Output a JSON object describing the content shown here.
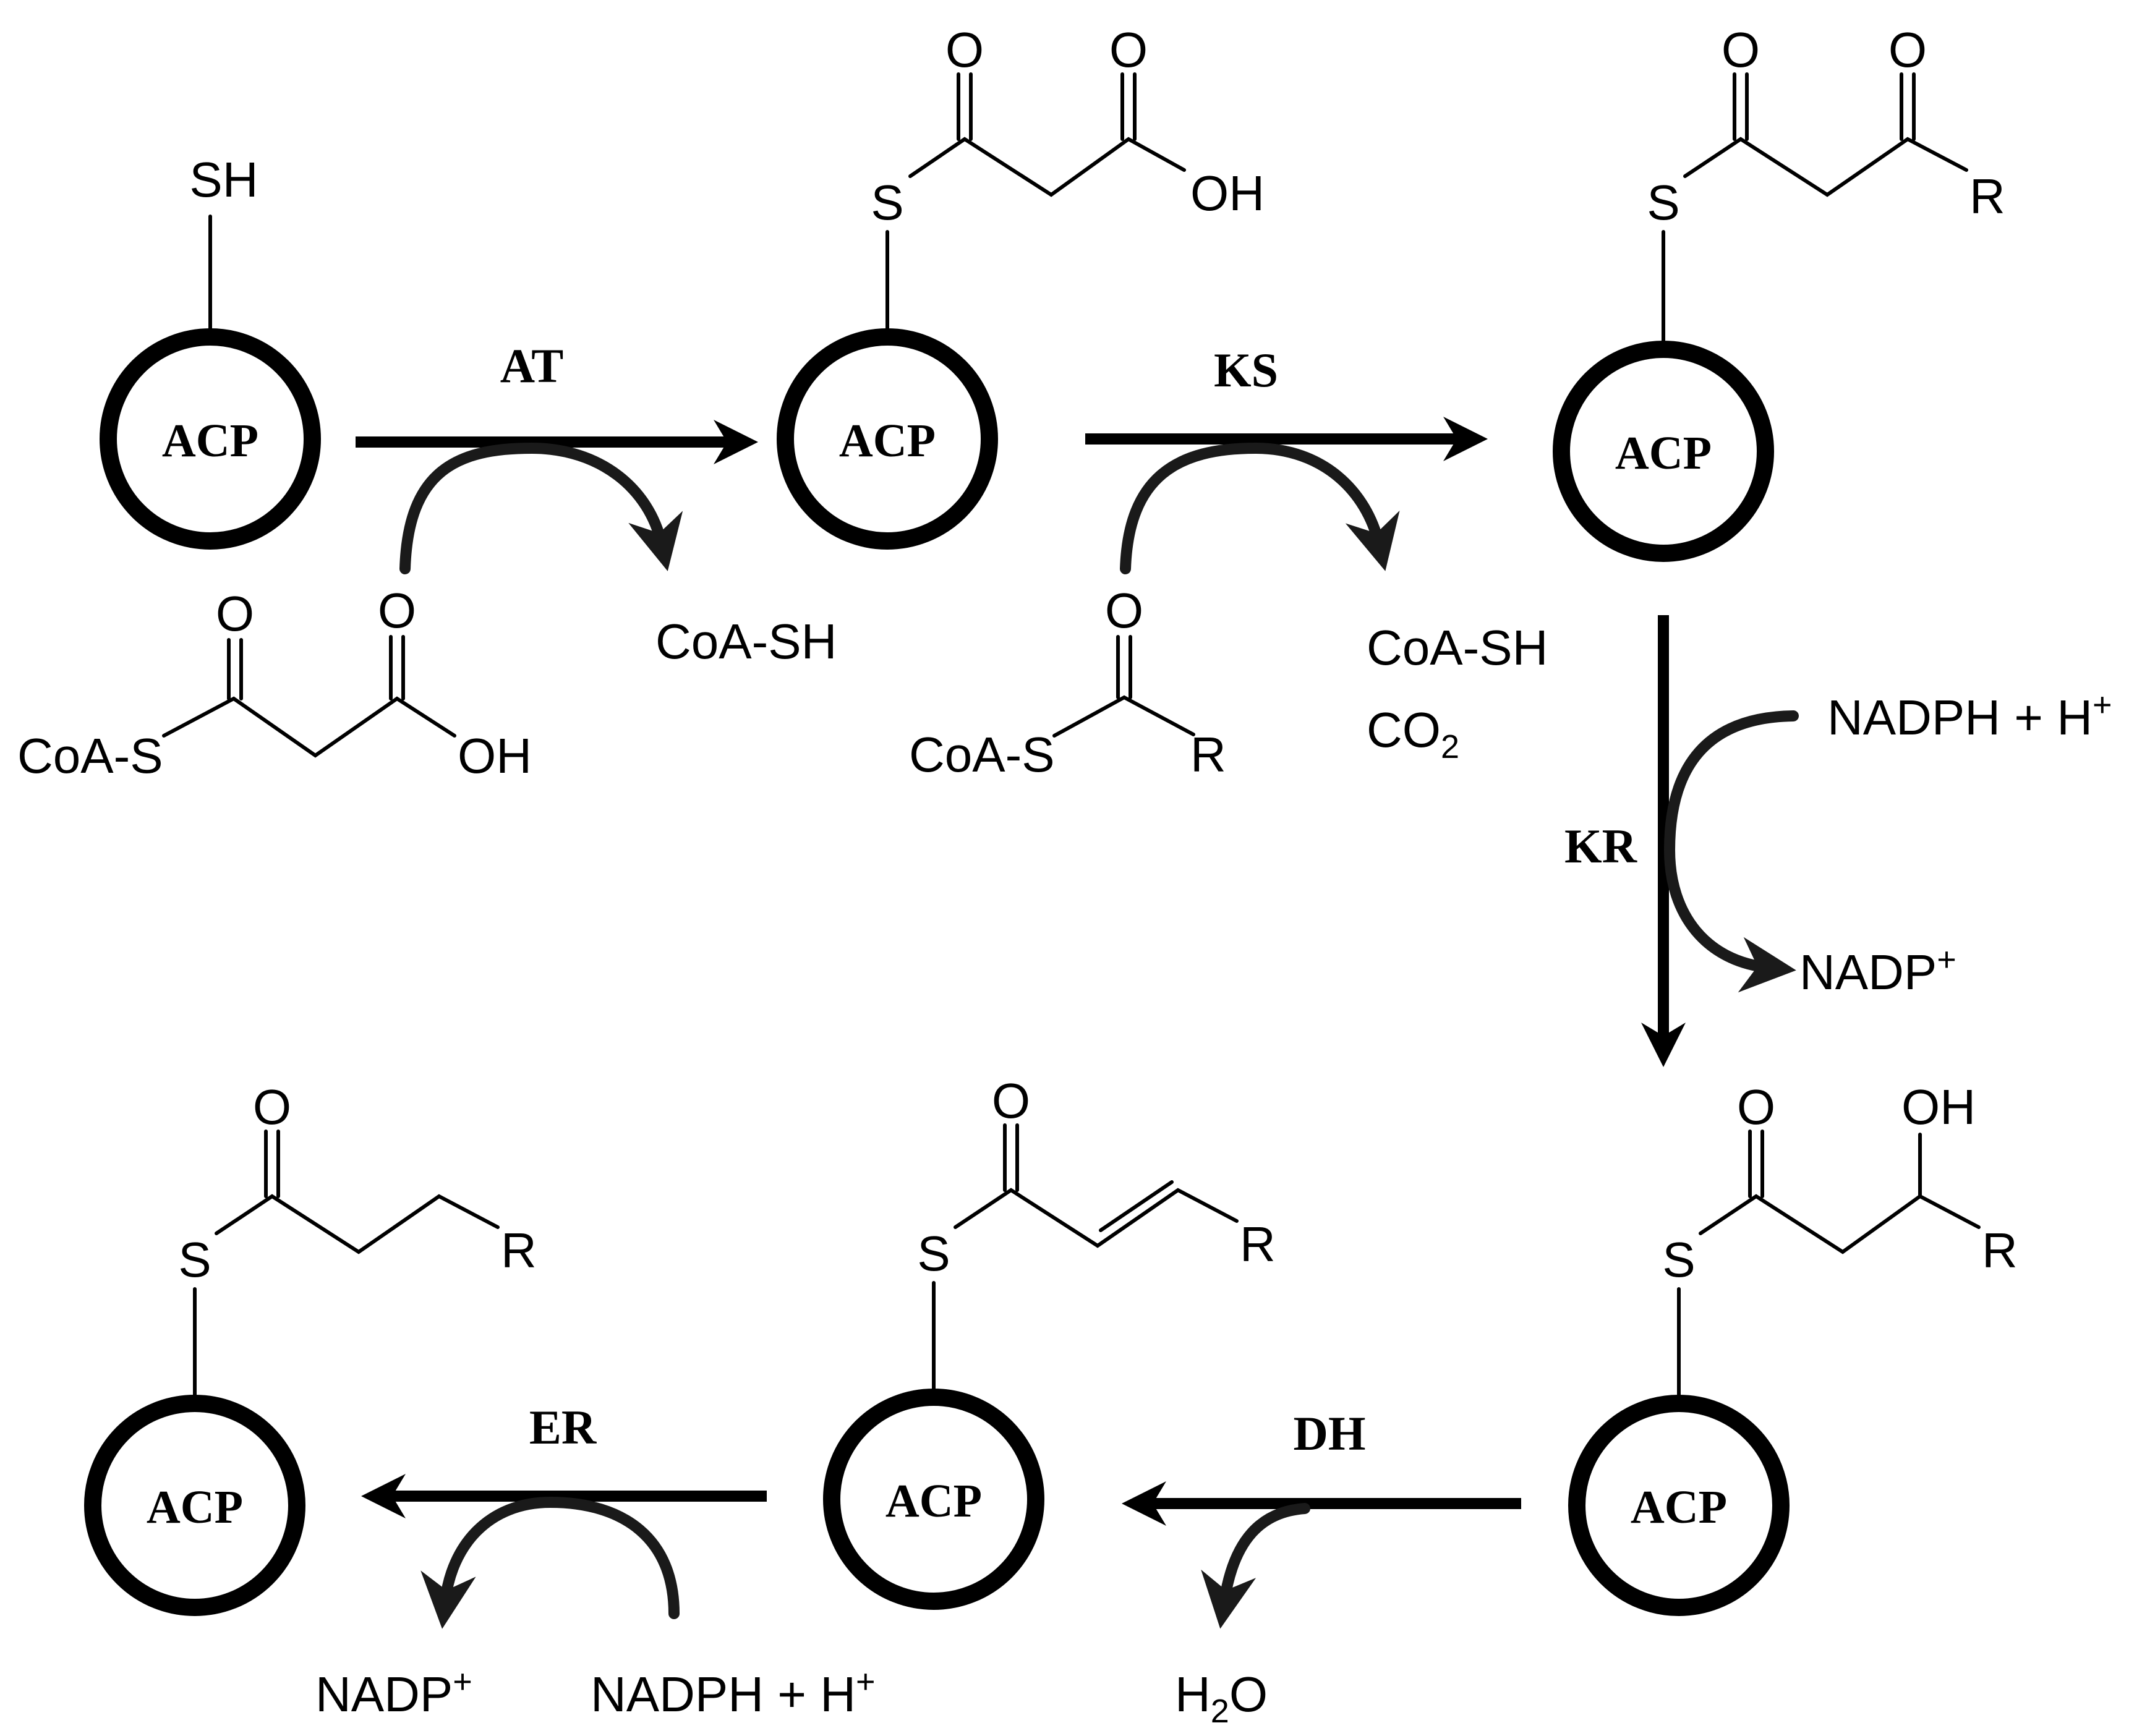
{
  "acp_label": "ACP",
  "enzymes": {
    "at": "AT",
    "ks": "KS",
    "kr": "KR",
    "dh": "DH",
    "er": "ER"
  },
  "atoms": {
    "sh": "SH",
    "s": "S",
    "o": "O",
    "oh": "OH",
    "r": "R"
  },
  "reagents": {
    "coa_s": "CoA-S",
    "coa_sh": "CoA-SH",
    "co": "CO",
    "co_sub": "2",
    "nadph_h": "NADPH + H",
    "plus_sup": "+",
    "nadp": "NADP",
    "h": "H",
    "h2o_sub": "2",
    "o": "O"
  }
}
